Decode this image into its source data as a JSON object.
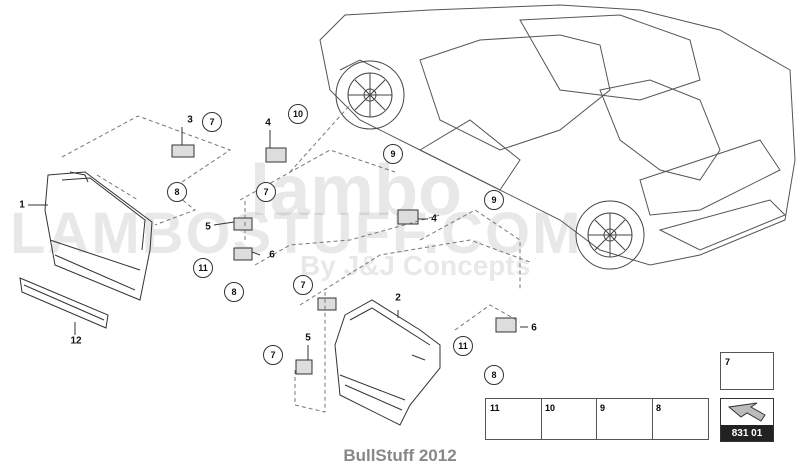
{
  "watermark": {
    "brand_top": "lambo",
    "brand_main": "LAMBOSTUFF.COM",
    "brand_sub": "By J&J Concepts"
  },
  "footer": {
    "text": "BullStuff 2012"
  },
  "callouts": {
    "c1": "1",
    "c2": "2",
    "c3": "3",
    "c4a": "4",
    "c4b": "4",
    "c5a": "5",
    "c5b": "5",
    "c6a": "6",
    "c6b": "6",
    "c12": "12"
  },
  "circles": {
    "k7a": "7",
    "k10": "10",
    "k8a": "8",
    "k7b": "7",
    "k11a": "11",
    "k8b": "8",
    "k9a": "9",
    "k9b": "9",
    "k7c": "7",
    "k7d": "7",
    "k11b": "11",
    "k8c": "8"
  },
  "legend": {
    "top_label": "7",
    "items": [
      "11",
      "10",
      "9",
      "8"
    ]
  },
  "ref_code": "831 01"
}
